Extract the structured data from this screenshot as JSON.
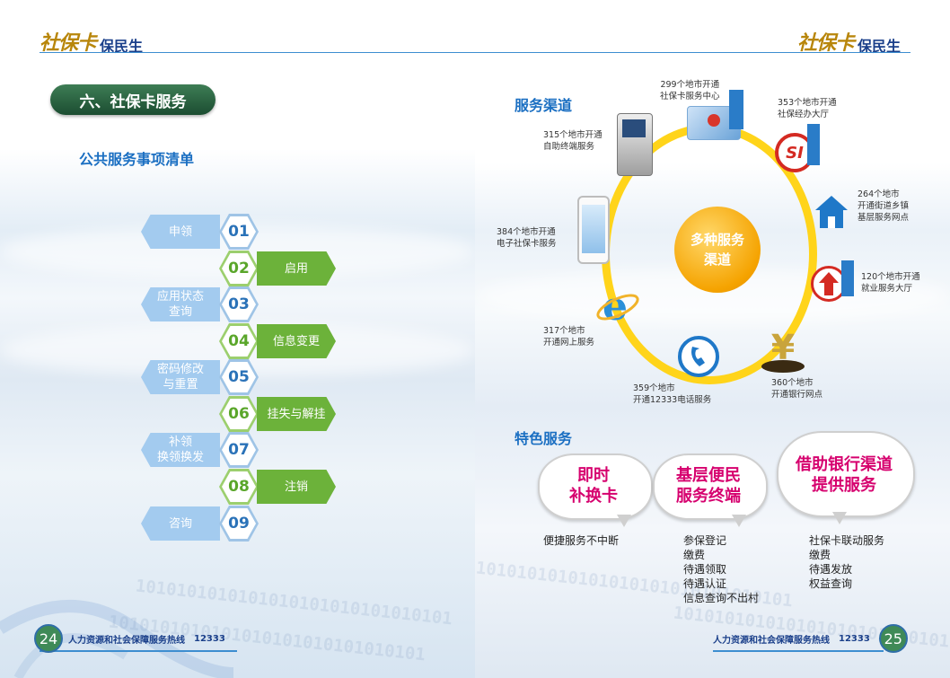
{
  "header": {
    "logo_script": "社保卡",
    "logo_text": "保民生"
  },
  "left": {
    "section_title": "六、社保卡服务",
    "subtitle": "公共服务事项清单",
    "items": [
      {
        "num": "01",
        "label": "申领"
      },
      {
        "num": "02",
        "label": "启用"
      },
      {
        "num": "03",
        "label_line1": "应用状态",
        "label_line2": "查询"
      },
      {
        "num": "04",
        "label": "信息变更"
      },
      {
        "num": "05",
        "label_line1": "密码修改",
        "label_line2": "与重置"
      },
      {
        "num": "06",
        "label": "挂失与解挂"
      },
      {
        "num": "07",
        "label_line1": "补领",
        "label_line2": "换领换发"
      },
      {
        "num": "08",
        "label": "注销"
      },
      {
        "num": "09",
        "label": "咨询"
      }
    ],
    "binary_text": "1010101010101010101010101010101",
    "footer": {
      "page": "24",
      "hotline": "人力资源和社会保障服务热线",
      "number": "12333"
    }
  },
  "right": {
    "channels_title": "服务渠道",
    "center_line1": "多种服务",
    "center_line2": "渠道",
    "channels": [
      {
        "line1": "299个地市开通",
        "line2": "社保卡服务中心"
      },
      {
        "line1": "353个地市开通",
        "line2": "社保经办大厅"
      },
      {
        "line1": "264个地市",
        "line2": "开通街道乡镇",
        "line3": "基层服务网点"
      },
      {
        "line1": "120个地市开通",
        "line2": "就业服务大厅"
      },
      {
        "line1": "360个地市",
        "line2": "开通银行网点"
      },
      {
        "line1": "359个地市",
        "line2": "开通12333电话服务"
      },
      {
        "line1": "317个地市",
        "line2": "开通网上服务"
      },
      {
        "line1": "384个地市开通",
        "line2": "电子社保卡服务"
      },
      {
        "line1": "315个地市开通",
        "line2": "自助终端服务"
      }
    ],
    "si_logo": "SI",
    "featured_title": "特色服务",
    "featured": [
      {
        "line1": "即时",
        "line2": "补换卡",
        "details": [
          "便捷服务不中断"
        ]
      },
      {
        "line1": "基层便民",
        "line2": "服务终端",
        "details": [
          "参保登记",
          "缴费",
          "待遇领取",
          "待遇认证",
          "信息查询不出村"
        ]
      },
      {
        "line1": "借助银行渠道",
        "line2": "提供服务",
        "details": [
          "社保卡联动服务",
          "缴费",
          "待遇发放",
          "权益查询"
        ]
      }
    ],
    "footer": {
      "page": "25",
      "hotline": "人力资源和社会保障服务热线",
      "number": "12333"
    }
  },
  "colors": {
    "brand_blue": "#1b6fc2",
    "brand_green": "#3e7d55",
    "ring_yellow": "#ffd41a",
    "magenta": "#d6006e"
  }
}
